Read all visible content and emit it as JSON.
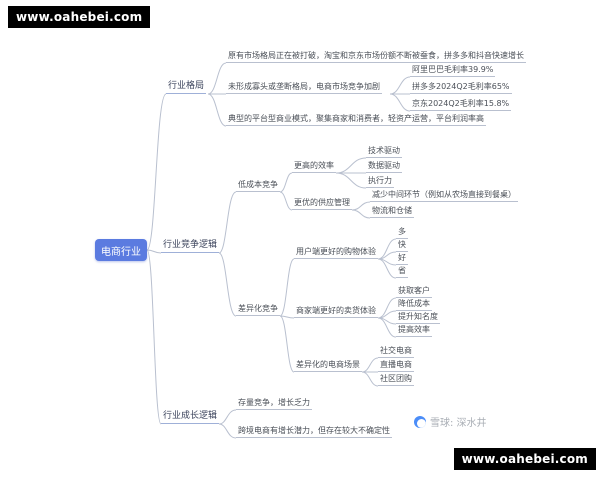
{
  "watermark": {
    "site_top_left": "www.oahebei.com",
    "site_bottom_right": "www.oahebei.com",
    "xueqiu": "雪球: 深水井",
    "xueqiu_logo_icon": "snowball-icon"
  },
  "colors": {
    "root_bg": "#5b7be0",
    "line": "#b9c0cf"
  },
  "mindmap": {
    "root": {
      "label": "电商行业",
      "children": [
        {
          "label": "行业格局",
          "children": [
            {
              "label": "原有市场格局正在被打破，淘宝和京东市场份额不断被蚕食，拼多多和抖音快速增长",
              "children": []
            },
            {
              "label": "未形成寡头或垄断格局，电商市场竞争加剧",
              "children": [
                {
                  "label": "阿里巴巴毛利率39.9%"
                },
                {
                  "label": "拼多多2024Q2毛利率65%"
                },
                {
                  "label": "京东2024Q2毛利率15.8%"
                }
              ]
            },
            {
              "label": "典型的平台型商业模式，聚集商家和消费者，轻资产运营，平台利润率高",
              "children": []
            }
          ]
        },
        {
          "label": "行业竞争逻辑",
          "children": [
            {
              "label": "低成本竞争",
              "children": [
                {
                  "label": "更高的效率",
                  "children": [
                    {
                      "label": "技术驱动"
                    },
                    {
                      "label": "数据驱动"
                    },
                    {
                      "label": "执行力"
                    }
                  ]
                },
                {
                  "label": "更优的供应管理",
                  "children": [
                    {
                      "label": "减少中间环节（例如从农场直接到餐桌）"
                    },
                    {
                      "label": "物流和仓储"
                    }
                  ]
                }
              ]
            },
            {
              "label": "差异化竞争",
              "children": [
                {
                  "label": "用户端更好的购物体验",
                  "children": [
                    {
                      "label": "多"
                    },
                    {
                      "label": "快"
                    },
                    {
                      "label": "好"
                    },
                    {
                      "label": "省"
                    }
                  ]
                },
                {
                  "label": "商家端更好的卖货体验",
                  "children": [
                    {
                      "label": "获取客户"
                    },
                    {
                      "label": "降低成本"
                    },
                    {
                      "label": "提升知名度"
                    },
                    {
                      "label": "提高效率"
                    }
                  ]
                },
                {
                  "label": "差异化的电商场景",
                  "children": [
                    {
                      "label": "社交电商"
                    },
                    {
                      "label": "直播电商"
                    },
                    {
                      "label": "社区团购"
                    }
                  ]
                }
              ]
            }
          ]
        },
        {
          "label": "行业成长逻辑",
          "children": [
            {
              "label": "存量竞争，增长乏力"
            },
            {
              "label": "跨境电商有增长潜力，但存在较大不确定性"
            }
          ]
        }
      ]
    }
  }
}
